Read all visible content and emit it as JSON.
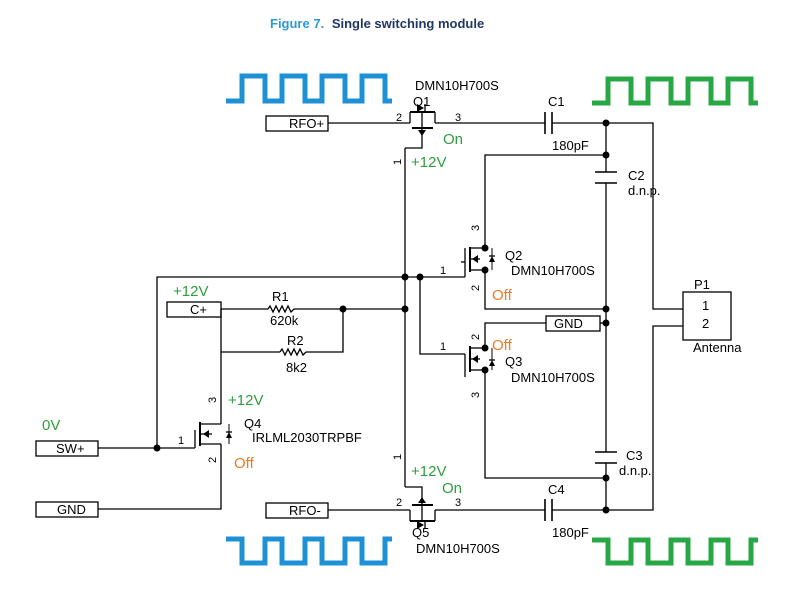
{
  "figure": {
    "number": "Figure 7.",
    "title": "Single switching module"
  },
  "colors": {
    "accent_blue": "#1e90d4",
    "wave_green": "#27a844",
    "on_green": "#2e9e3e",
    "off_orange": "#ee7b22",
    "title_blue": "#2c9ad6",
    "title_navy": "#1f3864"
  },
  "ports": {
    "rfo_plus": "RFO+",
    "rfo_minus": "RFO-",
    "c_plus": "C+",
    "sw_plus": "SW+",
    "gnd_left": "GND",
    "gnd_mid": "GND"
  },
  "components": {
    "q1": {
      "ref": "Q1",
      "part": "DMN10H700S"
    },
    "q2": {
      "ref": "Q2",
      "part": "DMN10H700S"
    },
    "q3": {
      "ref": "Q3",
      "part": "DMN10H700S"
    },
    "q4": {
      "ref": "Q4",
      "part": "IRLML2030TRPBF"
    },
    "q5": {
      "ref": "Q5",
      "part": "DMN10H700S"
    },
    "c1": {
      "ref": "C1",
      "value": "180pF"
    },
    "c2": {
      "ref": "C2",
      "value": "d.n.p."
    },
    "c3": {
      "ref": "C3",
      "value": "d.n.p."
    },
    "c4": {
      "ref": "C4",
      "value": "180pF"
    },
    "r1": {
      "ref": "R1",
      "value": "620k"
    },
    "r2": {
      "ref": "R2",
      "value": "8k2"
    },
    "p1": {
      "ref": "P1",
      "pin1": "1",
      "pin2": "2",
      "name": "Antenna"
    }
  },
  "pins": {
    "p1": "1",
    "p2": "2",
    "p3": "3"
  },
  "states": {
    "v12": "+12V",
    "on": "On",
    "off": "Off",
    "zero": "0V"
  }
}
